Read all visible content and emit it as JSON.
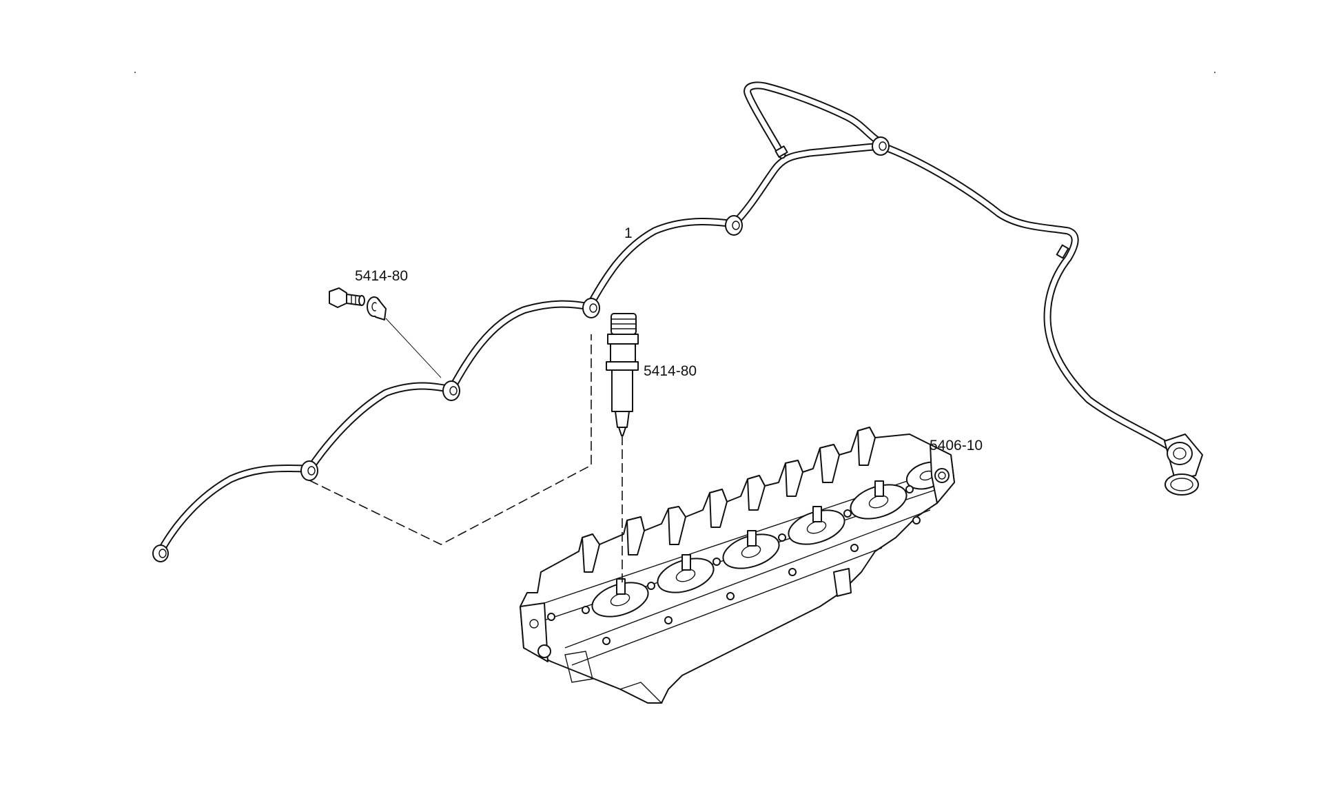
{
  "callouts": {
    "pipe_ref": "1",
    "screw_ref": "5414-80",
    "injector_ref": "5414-80",
    "head_ref": "5406-10"
  },
  "colors": {
    "line": "#111111",
    "background": "#ffffff"
  }
}
